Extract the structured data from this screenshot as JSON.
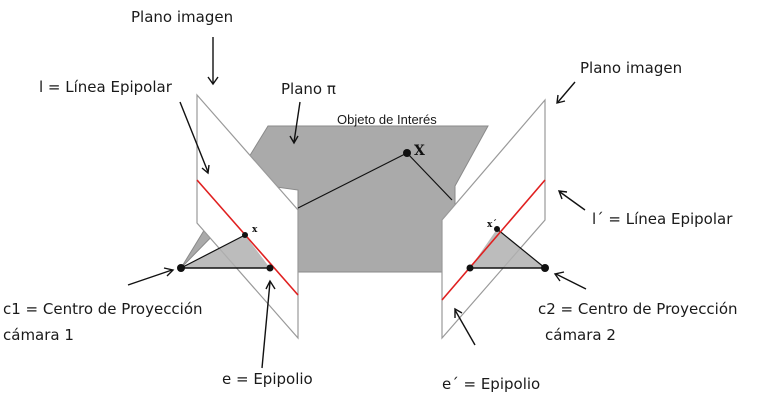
{
  "labels": {
    "plano_imagen_left": "Plano imagen",
    "plano_imagen_right": "Plano imagen",
    "linea_epipolar_left": "l = Línea Epipolar",
    "linea_epipolar_right": "l´ = Línea Epipolar",
    "plano_pi": "Plano π",
    "objeto": "Objeto de Interés",
    "centro1_line1": "c1 = Centro de Proyección",
    "centro1_line2": "cámara 1",
    "centro2_line1": "c2 = Centro de Proyección",
    "centro2_line2": "cámara 2",
    "epipolio_left": "e = Epipolio",
    "epipolio_right": "e´ = Epipolio",
    "point_X": "X",
    "point_x_left": "x",
    "point_x_right": "x´"
  },
  "colors": {
    "plane_fill": "#aaaaaa",
    "image_plane_fill": "#ffffff",
    "image_plane_edge": "#9a9a9a",
    "epipolar_line": "#e02020",
    "line": "#111111"
  }
}
